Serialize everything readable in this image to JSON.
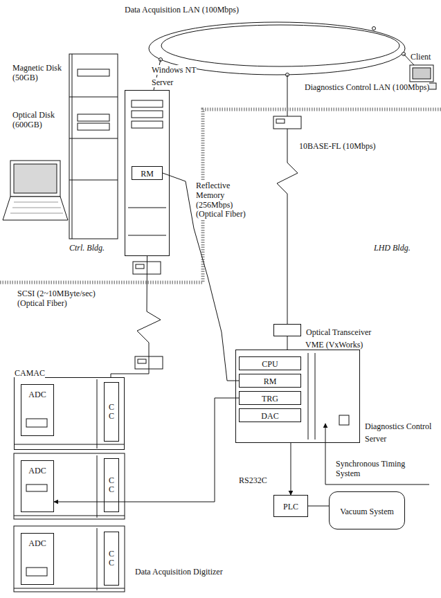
{
  "diagram": {
    "nodes": [
      {
        "text": [
          "Client"
        ]
      },
      {
        "text": [
          "Windows NT Server"
        ]
      },
      {
        "text": [
          "RM"
        ],
        "in": 1
      },
      {
        "text": [
          "Optical Transceiver"
        ]
      },
      {
        "text": [
          "VME (VxWorks)",
          "Diagnostics Control Server"
        ]
      },
      {
        "text": [
          "CPU"
        ],
        "in": 4
      },
      {
        "text": [
          "RM"
        ],
        "in": 4
      },
      {
        "text": [
          "TRG"
        ],
        "in": 4
      },
      {
        "text": [
          "DAC"
        ],
        "in": 4
      },
      {
        "text": [
          "CAMAC"
        ]
      },
      {
        "text": [
          "ADC"
        ],
        "in": 9
      },
      {
        "text": [
          "C C"
        ],
        "in": 9
      },
      {
        "text": [
          "ADC"
        ]
      },
      {
        "text": [
          "C C"
        ]
      },
      {
        "text": [
          "ADC"
        ]
      },
      {
        "text": [
          "C C"
        ]
      },
      {
        "text": [
          "PLC"
        ]
      },
      {
        "text": [
          "Vacuum System"
        ]
      }
    ],
    "edges": [
      {
        "from": 2,
        "to": 6,
        "label": "Reflective Memory (256Mbps) (Optical Fiber)",
        "arrow": "none"
      },
      {
        "from": 1,
        "to": 9,
        "label": "SCSI (2~10MByte/sec) (Optical Fiber)",
        "arrow": "none"
      },
      {
        "from": 3,
        "to": 4,
        "arrow": "none"
      },
      {
        "from": 7,
        "to": 12,
        "arrow": "to"
      },
      {
        "from": 4,
        "to": 16,
        "label": "RS232C",
        "arrow": "to"
      },
      {
        "from": 16,
        "to": 17,
        "arrow": "none"
      }
    ],
    "labels": [
      "Data Acquisition LAN (100Mbps)",
      "Diagnostics Control LAN (100Mbps)",
      "Magnetic Disk (50GB)",
      "Optical Disk (600GB)",
      "Ctrl. Bldg.",
      "LHD Bldg.",
      "10BASE-FL (10Mbps)",
      "Synchronous Timing System",
      "Data Acquisition Digitizer"
    ]
  }
}
